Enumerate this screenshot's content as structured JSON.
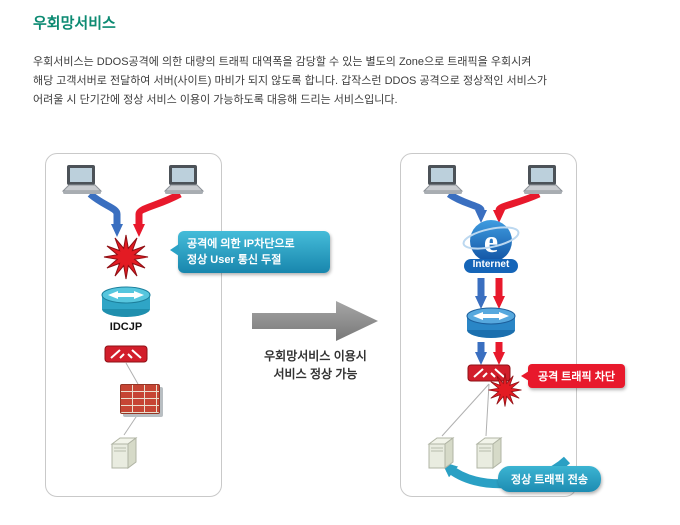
{
  "page": {
    "title": "우회망서비스"
  },
  "description": {
    "line1": "우회서비스는 DDOS공격에 의한 대량의 트래픽 대역폭을 감당할 수 있는 별도의 Zone으로 트래픽을 우회시켜",
    "line2": "해당 고객서버로 전달하여 서버(사이트) 마비가 되지 않도록 합니다. 갑작스런 DDOS 공격으로 정상적인 서비스가",
    "line3": "어려울 시 단기간에 정상 서비스 이용이 가능하도록 대응해 드리는 서비스입니다."
  },
  "before": {
    "callout_line1": "공격에 의한 IP차단으로",
    "callout_line2": "정상 User 통신 두절",
    "router_label": "IDCJP"
  },
  "transition": {
    "caption_line1": "우회망서비스 이용시",
    "caption_line2": "서비스 정상 가능"
  },
  "after": {
    "internet_label": "Internet",
    "logo_letter": "e",
    "callout_block": "공격 트래픽 차단",
    "callout_normal": "정상 트래픽 전송"
  },
  "icons": {
    "laptop": "laptop-icon",
    "attack_burst": "attack-burst-icon",
    "router": "router-icon",
    "switch": "switch-icon",
    "firewall": "firewall-icon",
    "server": "server-icon",
    "internet": "internet-logo"
  },
  "colors": {
    "title_accent": "#0c8a72",
    "callout_teal": "#2196be",
    "alert_red": "#e8192c",
    "arrow_blue": "#3a6fc0",
    "transition_gray": "#8e8e8e"
  }
}
